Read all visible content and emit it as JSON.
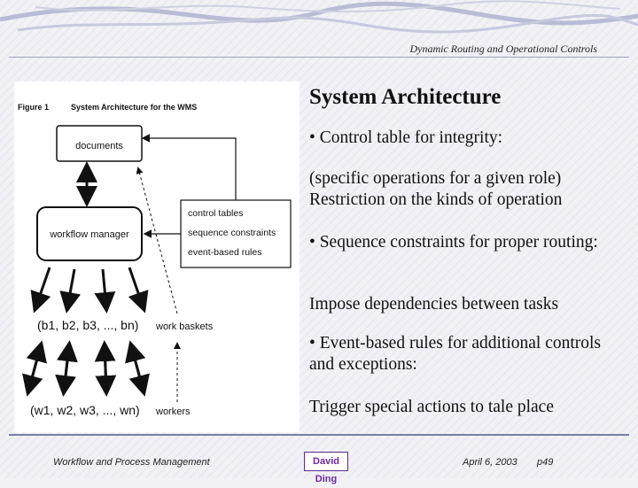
{
  "header": {
    "text": "Dynamic Routing and Operational Controls"
  },
  "slide": {
    "title": "System Architecture",
    "bullets": [
      "• Control table for integrity:",
      "(specific operations for a given role) Restriction on the kinds of operation",
      "• Sequence constraints for proper routing:",
      "Impose dependencies between tasks",
      "• Event-based rules for additional controls and exceptions:",
      "Trigger special actions to tale place"
    ]
  },
  "figure": {
    "caption_number": "Figure 1",
    "caption_title": "System Architecture for the WMS",
    "documents_label": "documents",
    "manager_label": "workflow manager",
    "controls": [
      "control tables",
      "sequence constraints",
      "event-based rules"
    ],
    "baskets_formula": "(b1, b2, b3, ..., bn)",
    "baskets_label": "work baskets",
    "workers_formula": "(w1, w2, w3, ..., wn)",
    "workers_label": "workers"
  },
  "footer": {
    "left": "Workflow and Process Management",
    "logo": "David Ding",
    "date": "April 6, 2003",
    "page": "p49"
  },
  "colors": {
    "accent": "#5a2a8a",
    "background": "#f2f2f6",
    "swoosh": "#b9bcd4"
  }
}
